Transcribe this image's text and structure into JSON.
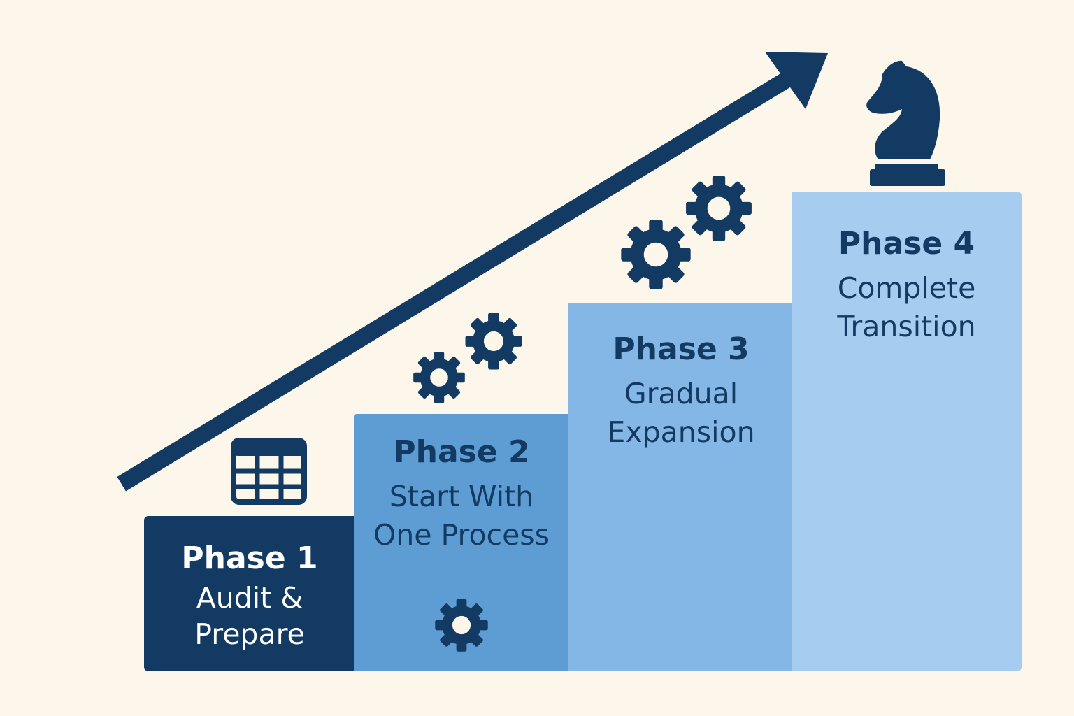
{
  "colors": {
    "background": "#fdf6ea",
    "navy": "#123a62",
    "phase1": "#123a62",
    "phase2": "#5e9dd4",
    "phase3": "#84b7e6",
    "phase4": "#a6cdef"
  },
  "phases": [
    {
      "title": "Phase 1",
      "desc_lines": [
        "Audit &",
        "Prepare"
      ],
      "icon": "spreadsheet-icon"
    },
    {
      "title": "Phase 2",
      "desc_lines": [
        "Start With",
        "One Process"
      ],
      "icon": "gear-icon"
    },
    {
      "title": "Phase 3",
      "desc_lines": [
        "Gradual",
        "Expansion"
      ],
      "icon": "gears-icon"
    },
    {
      "title": "Phase 4",
      "desc_lines": [
        "Complete",
        "Transition"
      ],
      "icon": "chess-knight-icon"
    }
  ],
  "decorations": {
    "trend_arrow": "upward-arrow",
    "icons": [
      "spreadsheet-icon",
      "gear-icon",
      "gears-icon",
      "chess-knight-icon"
    ]
  }
}
